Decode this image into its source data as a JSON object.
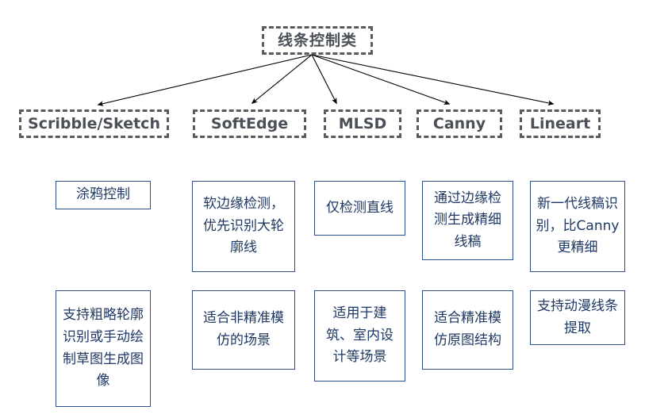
{
  "diagram": {
    "root": {
      "label": "线条控制类"
    },
    "methods": [
      {
        "id": "scribble",
        "label": "Scribble/Sketch"
      },
      {
        "id": "softedge",
        "label": "SoftEdge"
      },
      {
        "id": "mlsd",
        "label": "MLSD"
      },
      {
        "id": "canny",
        "label": "Canny"
      },
      {
        "id": "lineart",
        "label": "Lineart"
      }
    ],
    "descriptions_row1": [
      "涂鸦控制",
      "软边缘检测，优先识别大轮廓线",
      "仅检测直线",
      "通过边缘检测生成精细线稿",
      "新一代线稿识别，比Canny更精细"
    ],
    "descriptions_row2": [
      "支持粗略轮廓识别或手动绘制草图生成图像",
      "适合非精准模仿的场景",
      "适用于建筑、室内设计等场景",
      "适合精准模仿原图结构",
      "支持动漫线条提取"
    ],
    "colors": {
      "dashed_border": "#5a5a5a",
      "node_text": "#4a4f58",
      "desc_border": "#2e5090",
      "desc_text": "#1f3864",
      "arrow": "#000000",
      "background": "#ffffff"
    }
  }
}
